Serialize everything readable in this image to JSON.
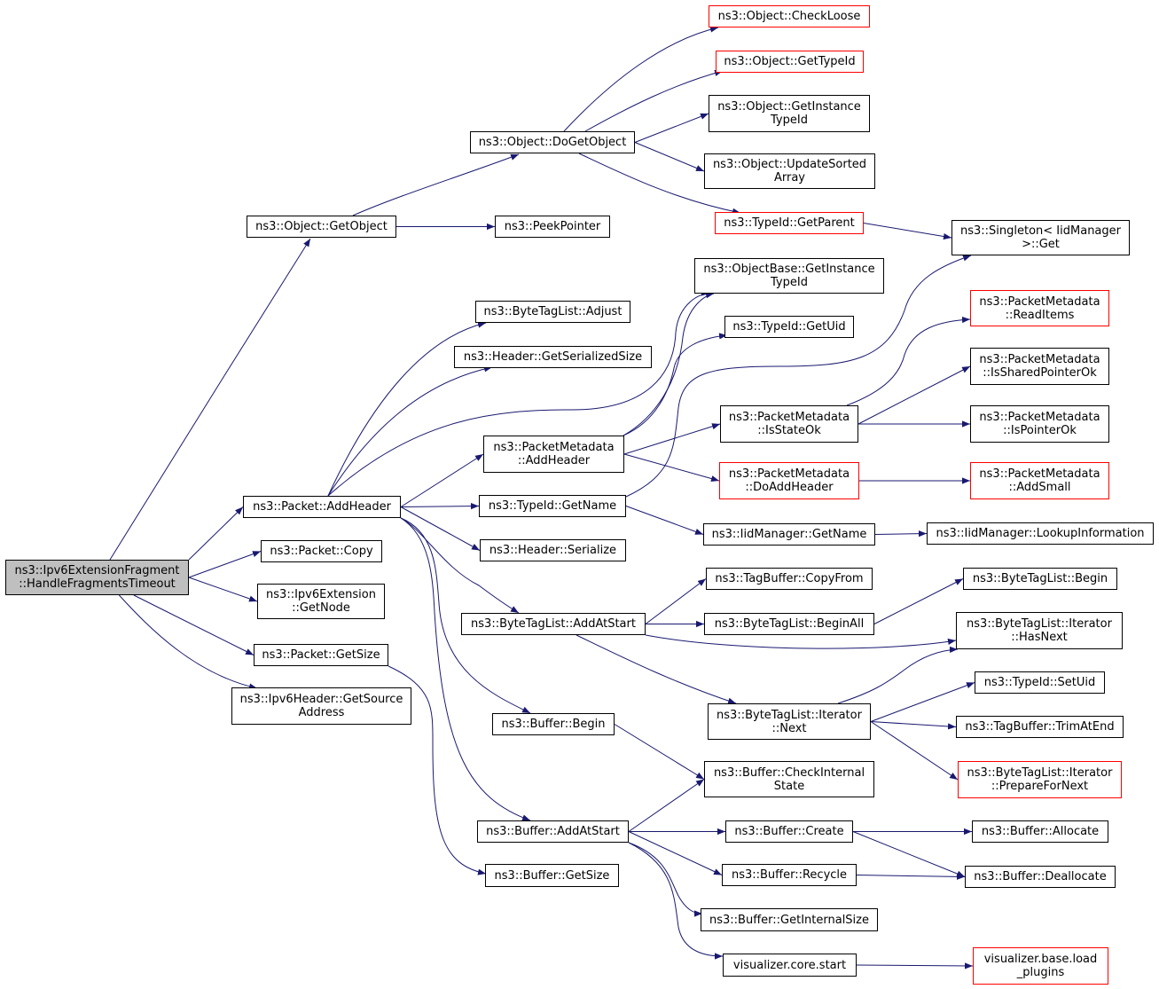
{
  "graph": {
    "root": "n_root",
    "colors": {
      "edge": "#191970",
      "node_border": "#000000",
      "truncated_border": "#ff0000",
      "root_fill": "#bfbfbf",
      "background": "#ffffff"
    },
    "nodes": [
      {
        "id": "n_root",
        "lines": [
          "ns3::Ipv6ExtensionFragment",
          "::HandleFragmentsTimeout"
        ],
        "style": "root"
      },
      {
        "id": "n_getobject",
        "lines": [
          "ns3::Object::GetObject"
        ],
        "style": "normal"
      },
      {
        "id": "n_addheader",
        "lines": [
          "ns3::Packet::AddHeader"
        ],
        "style": "normal"
      },
      {
        "id": "n_copy",
        "lines": [
          "ns3::Packet::Copy"
        ],
        "style": "normal"
      },
      {
        "id": "n_getnode",
        "lines": [
          "ns3::Ipv6Extension",
          "::GetNode"
        ],
        "style": "normal"
      },
      {
        "id": "n_pgetsize",
        "lines": [
          "ns3::Packet::GetSize"
        ],
        "style": "normal"
      },
      {
        "id": "n_getsrc",
        "lines": [
          "ns3::Ipv6Header::GetSource",
          "Address"
        ],
        "style": "normal"
      },
      {
        "id": "n_dogetobject",
        "lines": [
          "ns3::Object::DoGetObject"
        ],
        "style": "normal"
      },
      {
        "id": "n_peekpointer",
        "lines": [
          "ns3::PeekPointer"
        ],
        "style": "normal"
      },
      {
        "id": "n_checkloose",
        "lines": [
          "ns3::Object::CheckLoose"
        ],
        "style": "truncated"
      },
      {
        "id": "n_gettypeid",
        "lines": [
          "ns3::Object::GetTypeId"
        ],
        "style": "truncated"
      },
      {
        "id": "n_getinsttid",
        "lines": [
          "ns3::Object::GetInstance",
          "TypeId"
        ],
        "style": "normal"
      },
      {
        "id": "n_updsorted",
        "lines": [
          "ns3::Object::UpdateSorted",
          "Array"
        ],
        "style": "normal"
      },
      {
        "id": "n_getparent",
        "lines": [
          "ns3::TypeId::GetParent"
        ],
        "style": "truncated"
      },
      {
        "id": "n_singleton",
        "lines": [
          "ns3::Singleton< IidManager",
          ">::Get"
        ],
        "style": "normal"
      },
      {
        "id": "n_objbase",
        "lines": [
          "ns3::ObjectBase::GetInstance",
          "TypeId"
        ],
        "style": "normal"
      },
      {
        "id": "n_adjust",
        "lines": [
          "ns3::ByteTagList::Adjust"
        ],
        "style": "normal"
      },
      {
        "id": "n_getser",
        "lines": [
          "ns3::Header::GetSerializedSize"
        ],
        "style": "normal"
      },
      {
        "id": "n_getuid",
        "lines": [
          "ns3::TypeId::GetUid"
        ],
        "style": "normal"
      },
      {
        "id": "n_pmaddhdr",
        "lines": [
          "ns3::PacketMetadata",
          "::AddHeader"
        ],
        "style": "normal"
      },
      {
        "id": "n_isstateok",
        "lines": [
          "ns3::PacketMetadata",
          "::IsStateOk"
        ],
        "style": "normal"
      },
      {
        "id": "n_readitems",
        "lines": [
          "ns3::PacketMetadata",
          "::ReadItems"
        ],
        "style": "truncated"
      },
      {
        "id": "n_isshared",
        "lines": [
          "ns3::PacketMetadata",
          "::IsSharedPointerOk"
        ],
        "style": "normal"
      },
      {
        "id": "n_ispointer",
        "lines": [
          "ns3::PacketMetadata",
          "::IsPointerOk"
        ],
        "style": "normal"
      },
      {
        "id": "n_doaddhdr",
        "lines": [
          "ns3::PacketMetadata",
          "::DoAddHeader"
        ],
        "style": "truncated"
      },
      {
        "id": "n_addsmall",
        "lines": [
          "ns3::PacketMetadata",
          "::AddSmall"
        ],
        "style": "truncated"
      },
      {
        "id": "n_tgetname",
        "lines": [
          "ns3::TypeId::GetName"
        ],
        "style": "normal"
      },
      {
        "id": "n_iidgetname",
        "lines": [
          "ns3::IidManager::GetName"
        ],
        "style": "normal"
      },
      {
        "id": "n_lookup",
        "lines": [
          "ns3::IidManager::LookupInformation"
        ],
        "style": "normal"
      },
      {
        "id": "n_serialize",
        "lines": [
          "ns3::Header::Serialize"
        ],
        "style": "normal"
      },
      {
        "id": "n_addatstart",
        "lines": [
          "ns3::ByteTagList::AddAtStart"
        ],
        "style": "normal"
      },
      {
        "id": "n_copyfrom",
        "lines": [
          "ns3::TagBuffer::CopyFrom"
        ],
        "style": "normal"
      },
      {
        "id": "n_beginall",
        "lines": [
          "ns3::ByteTagList::BeginAll"
        ],
        "style": "normal"
      },
      {
        "id": "n_btlbegin",
        "lines": [
          "ns3::ByteTagList::Begin"
        ],
        "style": "normal"
      },
      {
        "id": "n_hasnext",
        "lines": [
          "ns3::ByteTagList::Iterator",
          "::HasNext"
        ],
        "style": "normal"
      },
      {
        "id": "n_itnext",
        "lines": [
          "ns3::ByteTagList::Iterator",
          "::Next"
        ],
        "style": "normal"
      },
      {
        "id": "n_setuid",
        "lines": [
          "ns3::TypeId::SetUid"
        ],
        "style": "normal"
      },
      {
        "id": "n_trimatend",
        "lines": [
          "ns3::TagBuffer::TrimAtEnd"
        ],
        "style": "normal"
      },
      {
        "id": "n_prepnext",
        "lines": [
          "ns3::ByteTagList::Iterator",
          "::PrepareForNext"
        ],
        "style": "truncated"
      },
      {
        "id": "n_bufbegin",
        "lines": [
          "ns3::Buffer::Begin"
        ],
        "style": "normal"
      },
      {
        "id": "n_checkint",
        "lines": [
          "ns3::Buffer::CheckInternal",
          "State"
        ],
        "style": "normal"
      },
      {
        "id": "n_bufaddatstart",
        "lines": [
          "ns3::Buffer::AddAtStart"
        ],
        "style": "normal"
      },
      {
        "id": "n_bufcreate",
        "lines": [
          "ns3::Buffer::Create"
        ],
        "style": "normal"
      },
      {
        "id": "n_allocate",
        "lines": [
          "ns3::Buffer::Allocate"
        ],
        "style": "normal"
      },
      {
        "id": "n_bufgetsize",
        "lines": [
          "ns3::Buffer::GetSize"
        ],
        "style": "normal"
      },
      {
        "id": "n_recycle",
        "lines": [
          "ns3::Buffer::Recycle"
        ],
        "style": "normal"
      },
      {
        "id": "n_dealloc",
        "lines": [
          "ns3::Buffer::Deallocate"
        ],
        "style": "normal"
      },
      {
        "id": "n_getintsize",
        "lines": [
          "ns3::Buffer::GetInternalSize"
        ],
        "style": "normal"
      },
      {
        "id": "n_vizstart",
        "lines": [
          "visualizer.core.start"
        ],
        "style": "normal"
      },
      {
        "id": "n_vizload",
        "lines": [
          "visualizer.base.load",
          "_plugins"
        ],
        "style": "truncated"
      }
    ],
    "edges": [
      [
        "n_root",
        "n_getobject"
      ],
      [
        "n_root",
        "n_addheader"
      ],
      [
        "n_root",
        "n_copy"
      ],
      [
        "n_root",
        "n_getnode"
      ],
      [
        "n_root",
        "n_pgetsize"
      ],
      [
        "n_root",
        "n_getsrc"
      ],
      [
        "n_getobject",
        "n_dogetobject"
      ],
      [
        "n_getobject",
        "n_peekpointer"
      ],
      [
        "n_dogetobject",
        "n_checkloose"
      ],
      [
        "n_dogetobject",
        "n_gettypeid"
      ],
      [
        "n_dogetobject",
        "n_getinsttid"
      ],
      [
        "n_dogetobject",
        "n_updsorted"
      ],
      [
        "n_dogetobject",
        "n_getparent"
      ],
      [
        "n_getparent",
        "n_singleton"
      ],
      [
        "n_addheader",
        "n_adjust"
      ],
      [
        "n_addheader",
        "n_getser"
      ],
      [
        "n_addheader",
        "n_objbase"
      ],
      [
        "n_addheader",
        "n_pmaddhdr"
      ],
      [
        "n_addheader",
        "n_tgetname"
      ],
      [
        "n_addheader",
        "n_serialize"
      ],
      [
        "n_addheader",
        "n_addatstart"
      ],
      [
        "n_addheader",
        "n_bufbegin"
      ],
      [
        "n_addheader",
        "n_bufaddatstart"
      ],
      [
        "n_pmaddhdr",
        "n_objbase"
      ],
      [
        "n_pmaddhdr",
        "n_getuid"
      ],
      [
        "n_pmaddhdr",
        "n_isstateok"
      ],
      [
        "n_pmaddhdr",
        "n_doaddhdr"
      ],
      [
        "n_isstateok",
        "n_readitems"
      ],
      [
        "n_isstateok",
        "n_isshared"
      ],
      [
        "n_isstateok",
        "n_ispointer"
      ],
      [
        "n_doaddhdr",
        "n_addsmall"
      ],
      [
        "n_tgetname",
        "n_singleton"
      ],
      [
        "n_tgetname",
        "n_iidgetname"
      ],
      [
        "n_iidgetname",
        "n_lookup"
      ],
      [
        "n_addatstart",
        "n_copyfrom"
      ],
      [
        "n_addatstart",
        "n_beginall"
      ],
      [
        "n_addatstart",
        "n_hasnext"
      ],
      [
        "n_addatstart",
        "n_itnext"
      ],
      [
        "n_beginall",
        "n_btlbegin"
      ],
      [
        "n_itnext",
        "n_hasnext"
      ],
      [
        "n_itnext",
        "n_setuid"
      ],
      [
        "n_itnext",
        "n_trimatend"
      ],
      [
        "n_itnext",
        "n_prepnext"
      ],
      [
        "n_bufbegin",
        "n_checkint"
      ],
      [
        "n_bufaddatstart",
        "n_checkint"
      ],
      [
        "n_bufaddatstart",
        "n_bufcreate"
      ],
      [
        "n_bufaddatstart",
        "n_recycle"
      ],
      [
        "n_bufaddatstart",
        "n_getintsize"
      ],
      [
        "n_bufaddatstart",
        "n_vizstart"
      ],
      [
        "n_bufcreate",
        "n_allocate"
      ],
      [
        "n_bufcreate",
        "n_dealloc"
      ],
      [
        "n_recycle",
        "n_dealloc"
      ],
      [
        "n_vizstart",
        "n_vizload"
      ],
      [
        "n_pgetsize",
        "n_bufgetsize"
      ]
    ]
  }
}
